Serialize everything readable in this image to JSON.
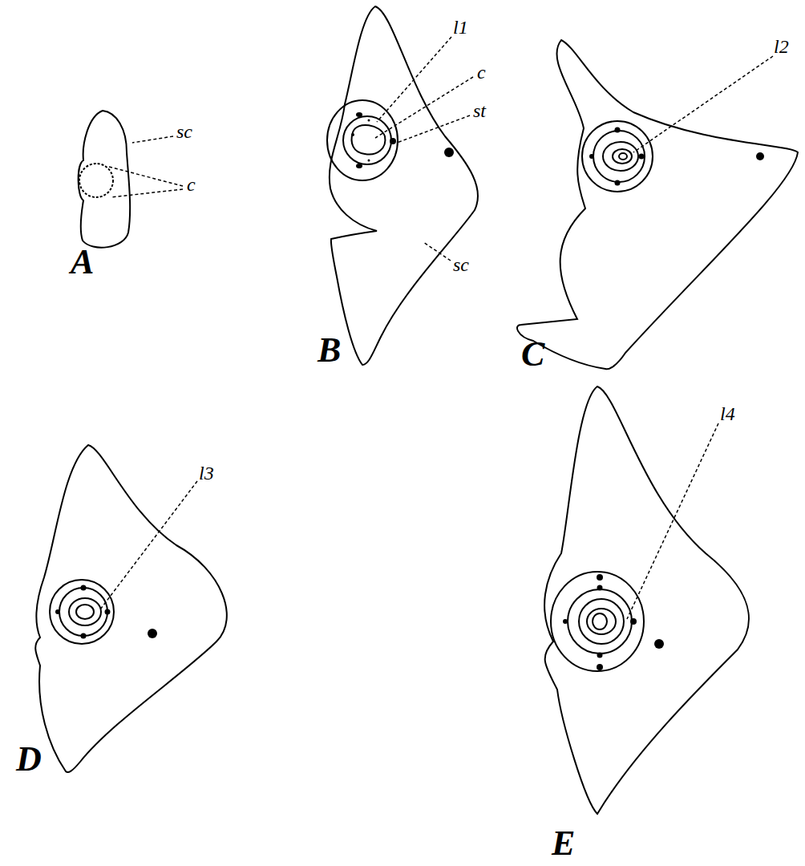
{
  "diagram": {
    "labels": [
      "sc",
      "c",
      "A",
      "l1",
      "c",
      "st",
      "sc",
      "B",
      "l2",
      "C",
      "l3",
      "D",
      "l4",
      "E"
    ]
  }
}
